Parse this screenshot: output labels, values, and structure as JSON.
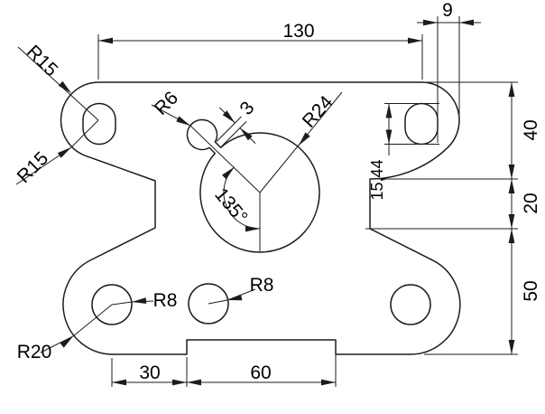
{
  "drawing": {
    "type": "cad-2d-part-drawing",
    "units_note": "dimension values as printed",
    "colors": {
      "line": "#1c1c1c",
      "text": "#000000",
      "background": "#ffffff"
    },
    "linear_dims": {
      "top_width": "130",
      "top_right_offset": "9",
      "right_upper": "40",
      "right_middle": "20",
      "right_lower": "50",
      "bottom_left": "30",
      "bottom_tab": "60",
      "hole_height": "15,44",
      "slot_neck": "3"
    },
    "angle_dims": {
      "keyhole_angle": "135°"
    },
    "radius_dims": {
      "lobe_top_left_outer": "R15",
      "lobe_top_left_inner": "R15",
      "keyhole_bulb": "R6",
      "keyhole_circle": "R24",
      "hole_bottom_left": "R8",
      "hole_bottom_mid": "R8",
      "lobe_bottom_left": "R20"
    }
  }
}
